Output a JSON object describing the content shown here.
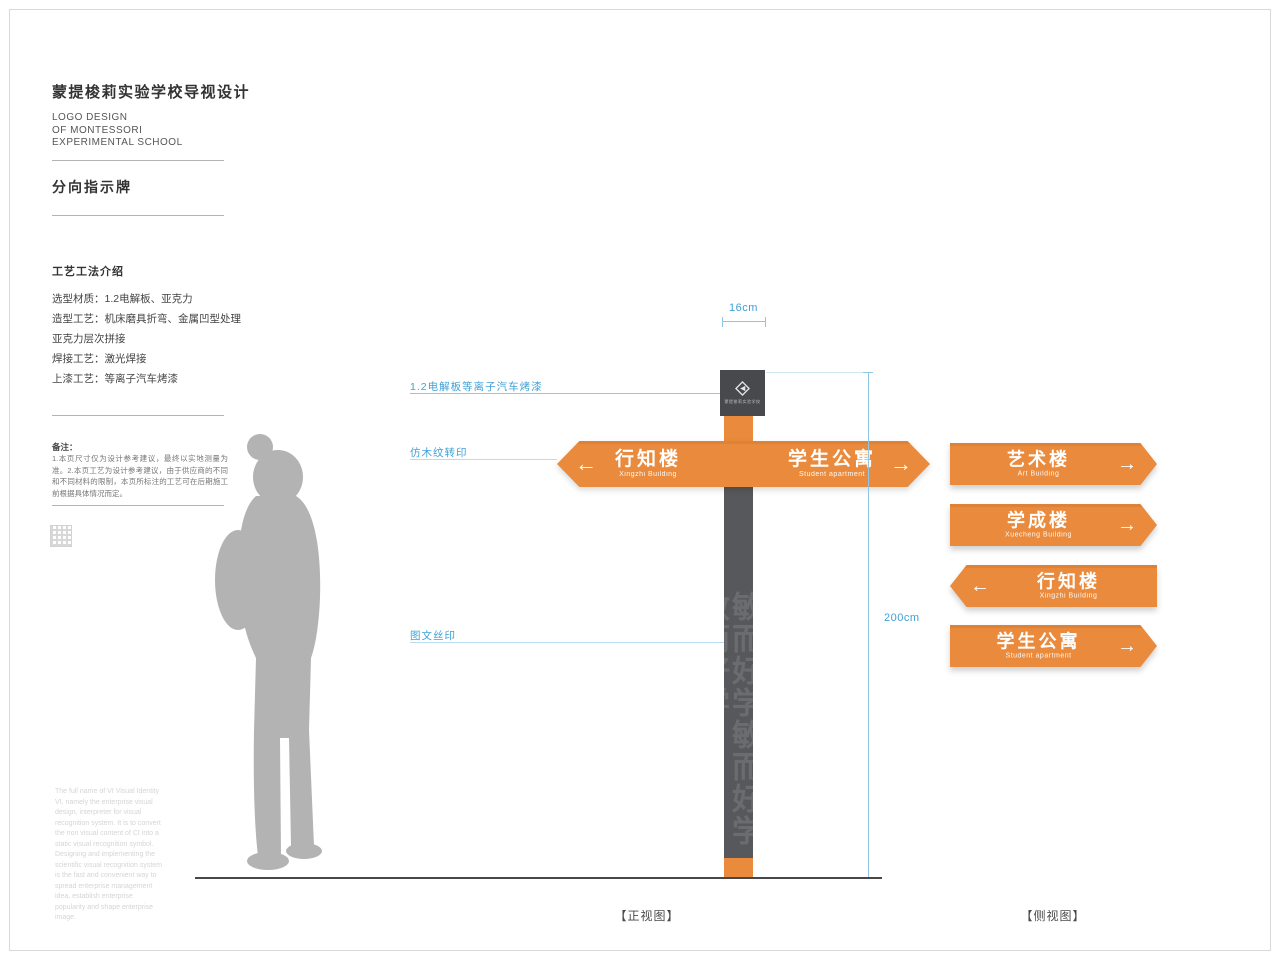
{
  "sidebar": {
    "title": "蒙提梭莉实验学校导视设计",
    "subtitle_lines": [
      "LOGO DESIGN",
      "OF MONTESSORI",
      "EXPERIMENTAL SCHOOL"
    ],
    "section_title": "分向指示牌",
    "craft_heading": "工艺工法介绍",
    "craft_lines": [
      "选型材质：1.2电解板、亚克力",
      "造型工艺：机床磨具折弯、金属凹型处理",
      "亚克力层次拼接",
      "焊接工艺：激光焊接",
      "上漆工艺：等离子汽车烤漆"
    ],
    "note_heading": "备注：",
    "note_text": "1.本页尺寸仅为设计参考建议，最终以实地测量为准。2.本页工艺为设计参考建议，由于供应商的不同和不同材料的限制，本页所标注的工艺可在后期施工前根据具体情况而定。",
    "footer_text": "The full name of VI Visual Identity VI, namely the enterprise visual design, interpreter for visual recognition system. It is to convert the non visual content of CI into a static visual recognition symbol. Designing and implementing the scientific visual recognition system is the fast and convenient way to spread enterprise management idea, establish enterprise popularity and shape enterprise image."
  },
  "front_view": {
    "label": "【正视图】",
    "width_dim": "16cm",
    "height_dim": "200cm",
    "callout_plate": "1.2电解板等离子汽车烤漆",
    "callout_sign": "仿木纹转印",
    "callout_pole": "图文丝印",
    "plate_text": "蒙提梭莉实验学校",
    "pole_pattern": "敏而好学敏而好学敏而好学",
    "left_sign": {
      "cn": "行知楼",
      "en": "Xingzhi Building",
      "arrow": "←"
    },
    "right_sign": {
      "cn": "学生公寓",
      "en": "Student apartment",
      "arrow": "→"
    }
  },
  "side_view": {
    "label": "【侧视图】",
    "signs": [
      {
        "cn": "艺术楼",
        "en": "Art Building",
        "arrow": "→"
      },
      {
        "cn": "学成楼",
        "en": "Xuecheng Building",
        "arrow": "→"
      },
      {
        "cn": "行知楼",
        "en": "Xingzhi Building",
        "arrow": "←"
      },
      {
        "cn": "学生公寓",
        "en": "Student apartment",
        "arrow": "→"
      }
    ]
  },
  "colors": {
    "sign_orange": "#EA8A3C",
    "pole_gray": "#56585B",
    "annotation_blue": "#3FA0D8"
  }
}
